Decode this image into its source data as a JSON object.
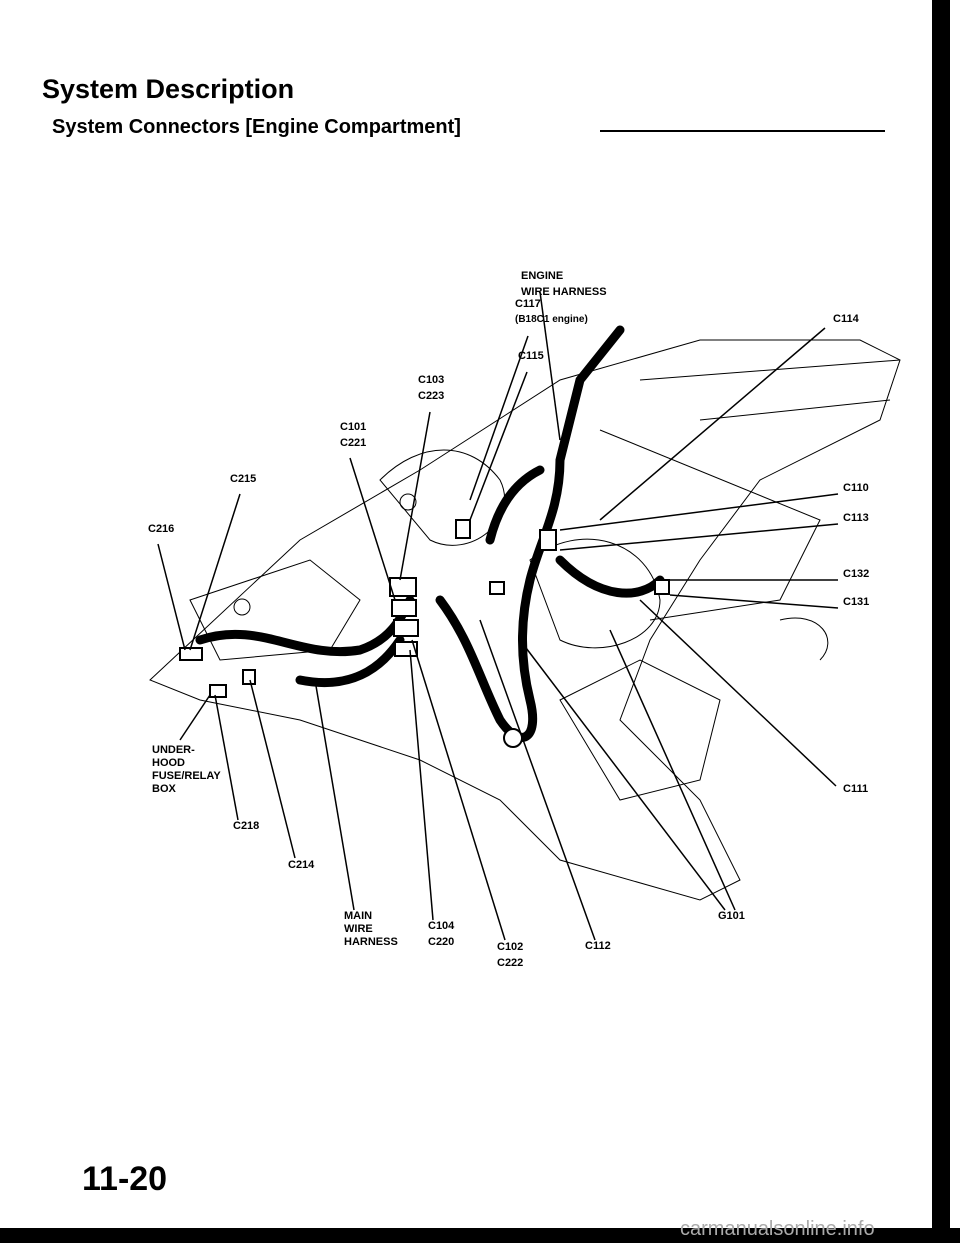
{
  "header": {
    "title": "System Description",
    "subtitle": "System Connectors [Engine Compartment]"
  },
  "labels": {
    "engine_harness_1": "ENGINE",
    "engine_harness_2": "WIRE HARNESS",
    "c117": "C117",
    "c117_note": "(B18C1 engine)",
    "c114": "C114",
    "c115": "C115",
    "c103": "C103",
    "c223": "C223",
    "c101": "C101",
    "c221": "C221",
    "c215": "C215",
    "c110": "C110",
    "c113": "C113",
    "c216": "C216",
    "c132": "C132",
    "c131": "C131",
    "fuse_box_1": "UNDER-",
    "fuse_box_2": "HOOD",
    "fuse_box_3": "FUSE/RELAY",
    "fuse_box_4": "BOX",
    "c111": "C111",
    "c218": "C218",
    "c214": "C214",
    "main_harness_1": "MAIN",
    "main_harness_2": "WIRE",
    "main_harness_3": "HARNESS",
    "c104": "C104",
    "c220": "C220",
    "c102": "C102",
    "c222": "C222",
    "c112": "C112",
    "g101": "G101"
  },
  "footer": {
    "page_number": "11-20",
    "watermark": "carmanualsonline.info"
  }
}
